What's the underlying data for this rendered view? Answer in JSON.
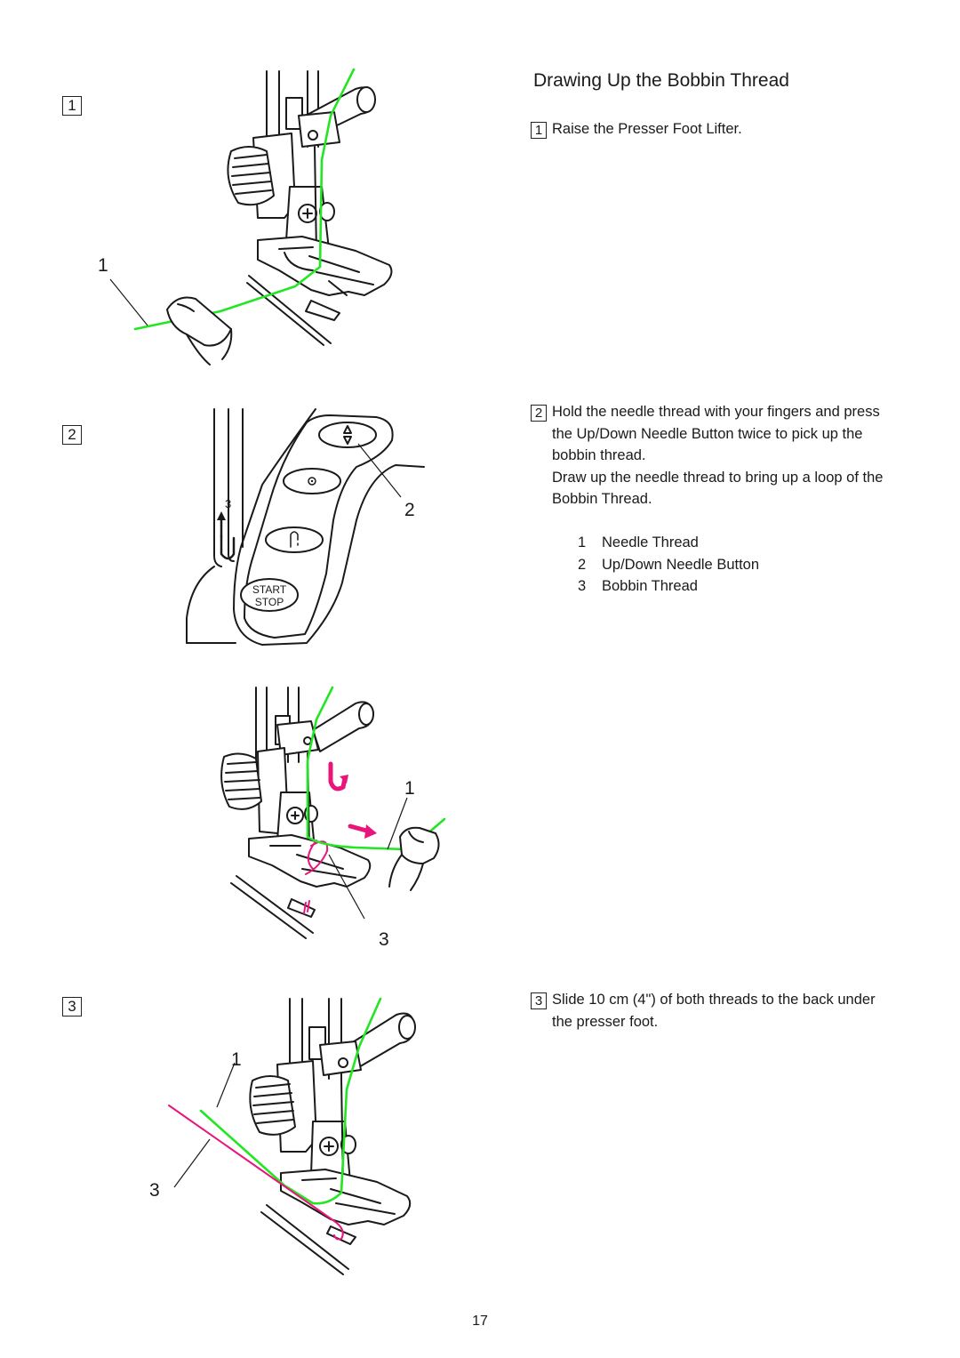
{
  "title": "Drawing Up the Bobbin Thread",
  "steps": [
    {
      "num": "1",
      "lines": [
        "Raise the Presser Foot Lifter."
      ]
    },
    {
      "num": "2",
      "lines": [
        "Hold the needle thread with your fingers and press",
        "the Up/Down Needle Button twice to pick up the",
        "bobbin thread.",
        "Draw up the needle thread to bring up a loop of the",
        "Bobbin Thread."
      ]
    },
    {
      "num": "3",
      "lines": [
        "Slide 10 cm (4\") of both threads to the back under",
        "the presser foot."
      ]
    }
  ],
  "legend": [
    {
      "n": "1",
      "label": "Needle Thread"
    },
    {
      "n": "2",
      "label": "Up/Down Needle Button"
    },
    {
      "n": "3",
      "label": "Bobbin Thread"
    }
  ],
  "figure": {
    "step_markers": [
      "1",
      "2",
      "3"
    ],
    "callouts": {
      "fig1": "1",
      "fig2_button": "2",
      "fig2_arrow": "3",
      "fig3_needle": "1",
      "fig3_bobbin": "3",
      "fig4_needle": "1",
      "fig4_bobbin": "3"
    },
    "panel_buttons": {
      "start": "START",
      "stop": "STOP"
    }
  },
  "colors": {
    "needle_thread": "#22e622",
    "bobbin_thread": "#e8157a"
  },
  "page_number": "17"
}
